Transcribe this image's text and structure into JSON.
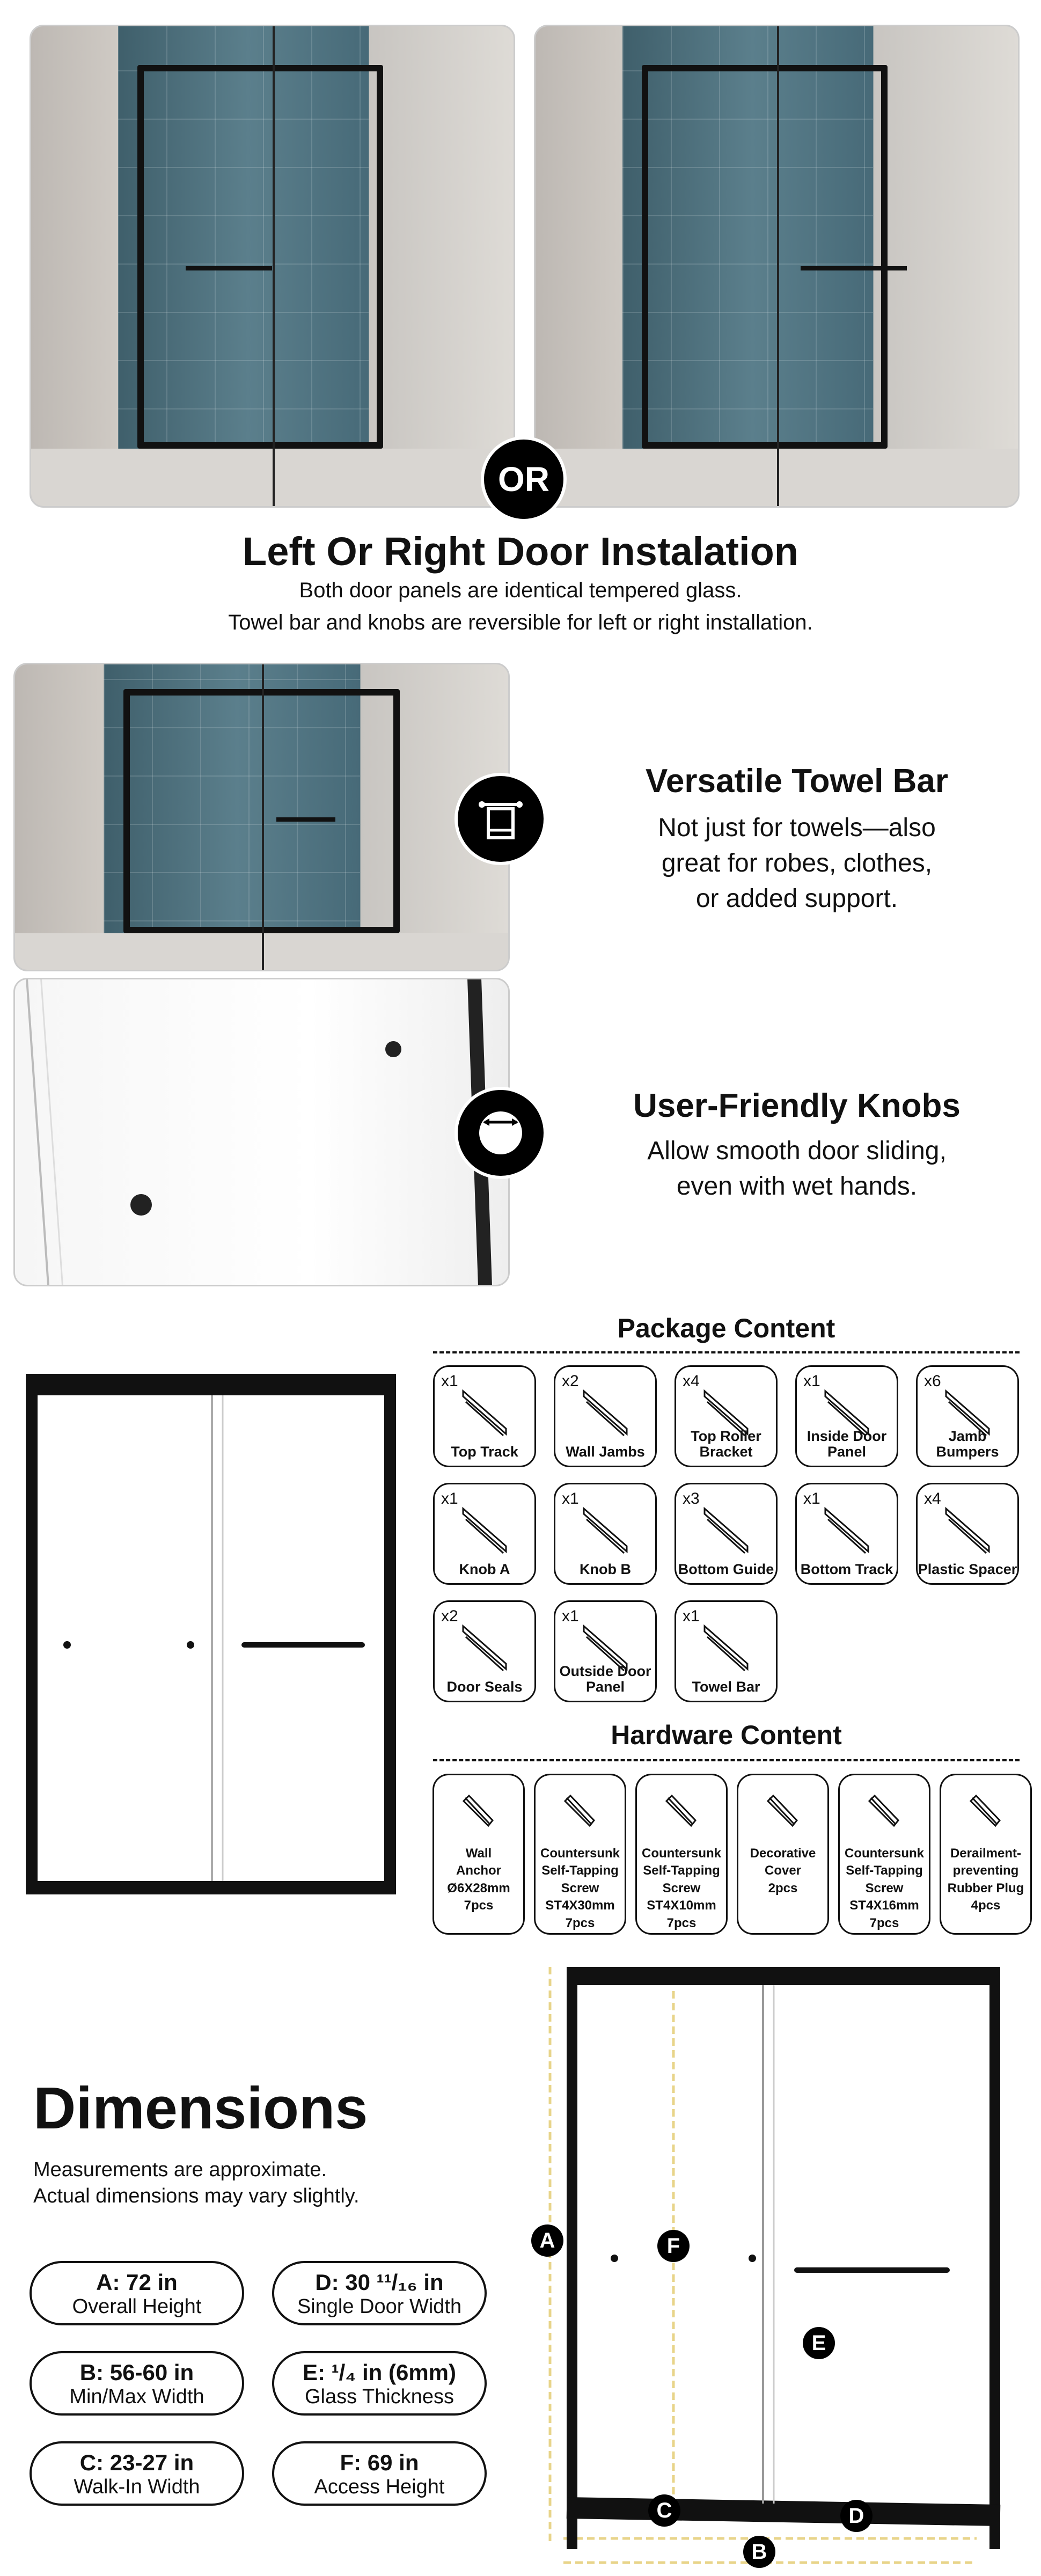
{
  "install": {
    "or_label": "OR",
    "title": "Left Or Right Door Instalation",
    "line1": "Both door panels are identical tempered glass.",
    "line2": "Towel bar and knobs are reversible for left or right installation."
  },
  "features": [
    {
      "title": "Versatile Towel Bar",
      "lines": [
        "Not just for towels—also",
        "great for robes, clothes,",
        "or added support."
      ],
      "icon": "towel-bar-icon"
    },
    {
      "title": "User-Friendly Knobs",
      "lines": [
        "Allow smooth door sliding,",
        "even with wet hands."
      ],
      "icon": "knob-slide-icon"
    }
  ],
  "package": {
    "title": "Package Content",
    "items": [
      {
        "qty": "x1",
        "label": "Top Track"
      },
      {
        "qty": "x2",
        "label": "Wall Jambs"
      },
      {
        "qty": "x4",
        "label": "Top Roller Bracket"
      },
      {
        "qty": "x1",
        "label": "Inside Door Panel"
      },
      {
        "qty": "x6",
        "label": "Jamb Bumpers"
      },
      {
        "qty": "x1",
        "label": "Knob A"
      },
      {
        "qty": "x1",
        "label": "Knob B"
      },
      {
        "qty": "x3",
        "label": "Bottom Guide"
      },
      {
        "qty": "x1",
        "label": "Bottom Track"
      },
      {
        "qty": "x4",
        "label": "Plastic Spacer"
      },
      {
        "qty": "x2",
        "label": "Door Seals"
      },
      {
        "qty": "x1",
        "label": "Outside Door Panel"
      },
      {
        "qty": "x1",
        "label": "Towel Bar"
      }
    ]
  },
  "hardware": {
    "title": "Hardware Content",
    "items": [
      {
        "label": "Wall\nAnchor\nØ6X28mm\n7pcs"
      },
      {
        "label": "Countersunk\nSelf-Tapping\nScrew\nST4X30mm\n7pcs"
      },
      {
        "label": "Countersunk\nSelf-Tapping\nScrew\nST4X10mm\n7pcs"
      },
      {
        "label": "Decorative\nCover\n2pcs"
      },
      {
        "label": "Countersunk\nSelf-Tapping\nScrew\nST4X16mm\n7pcs"
      },
      {
        "label": "Derailment-\npreventing\nRubber Plug\n4pcs"
      }
    ]
  },
  "dimensions": {
    "title": "Dimensions",
    "note1": "Measurements are approximate.",
    "note2": "Actual dimensions may vary slightly.",
    "specs": [
      {
        "value": "A: 72 in",
        "desc": "Overall Height"
      },
      {
        "value": "D: 30 ¹¹/₁₆ in",
        "desc": "Single Door Width"
      },
      {
        "value": "B: 56-60 in",
        "desc": "Min/Max Width"
      },
      {
        "value": "E: ¹/₄ in (6mm)",
        "desc": "Glass Thickness"
      },
      {
        "value": "C: 23-27 in",
        "desc": "Walk-In Width"
      },
      {
        "value": "F: 69 in",
        "desc": "Access Height"
      }
    ],
    "markers": [
      "A",
      "B",
      "C",
      "D",
      "E",
      "F"
    ],
    "guide_color": "#e8d48a"
  }
}
